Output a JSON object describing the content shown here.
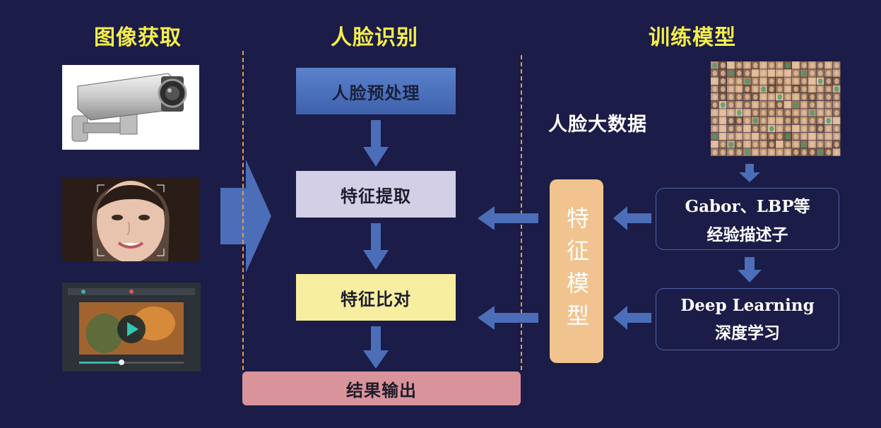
{
  "columns": {
    "acquisition_title": "图像获取",
    "recognition_title": "人脸识别",
    "training_title": "训练模型"
  },
  "recognition_steps": [
    "人脸预处理",
    "特征提取",
    "特征比对",
    "结果输出"
  ],
  "training": {
    "big_data_label": "人脸大数据",
    "descriptor_line1": "Gabor、LBP等",
    "descriptor_line2": "经验描述子",
    "deep_line1": "Deep Learning",
    "deep_line2": "深度学习",
    "feature_model": "特征模型"
  },
  "icons": [
    "camera-icon",
    "face-photo-icon",
    "video-player-icon",
    "play-icon",
    "face-collage-icon"
  ],
  "colors": {
    "background": "#1b1c47",
    "title": "#f4ee4a",
    "arrow": "#4c6eb8",
    "preprocess": "#4b70bc",
    "extract": "#d2cfe7",
    "compare": "#f8eea0",
    "output": "#d9939a",
    "feature_model": "#f1c38f",
    "dash": "#e59b45"
  }
}
